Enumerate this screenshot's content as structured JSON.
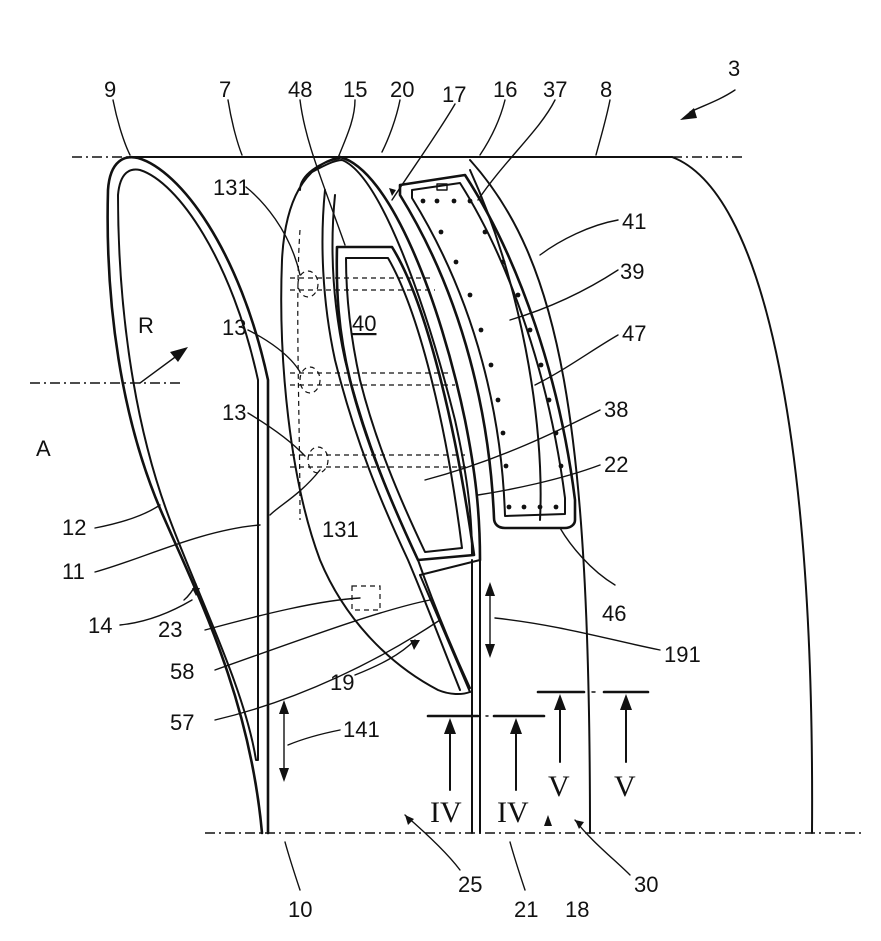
{
  "figure_number": "3",
  "labels": {
    "l9": "9",
    "l7": "7",
    "l48": "48",
    "l15": "15",
    "l20": "20",
    "l17": "17",
    "l16": "16",
    "l37": "37",
    "l8": "8",
    "l131a": "131",
    "l41": "41",
    "l39": "39",
    "l13a": "13",
    "lR": "R",
    "l40": "40",
    "l47": "47",
    "l13b": "13",
    "lA": "A",
    "l38": "38",
    "l22": "22",
    "l12": "12",
    "l131b": "131",
    "l11": "11",
    "l46": "46",
    "l14": "14",
    "l23": "23",
    "l191": "191",
    "l58": "58",
    "l19": "19",
    "l57": "57",
    "l141": "141",
    "l25": "25",
    "l10": "10",
    "l21": "21",
    "l18": "18",
    "l30": "30"
  },
  "section_labels": {
    "s1": "IV",
    "s2": "IV",
    "s3": "V",
    "s4": "V"
  }
}
